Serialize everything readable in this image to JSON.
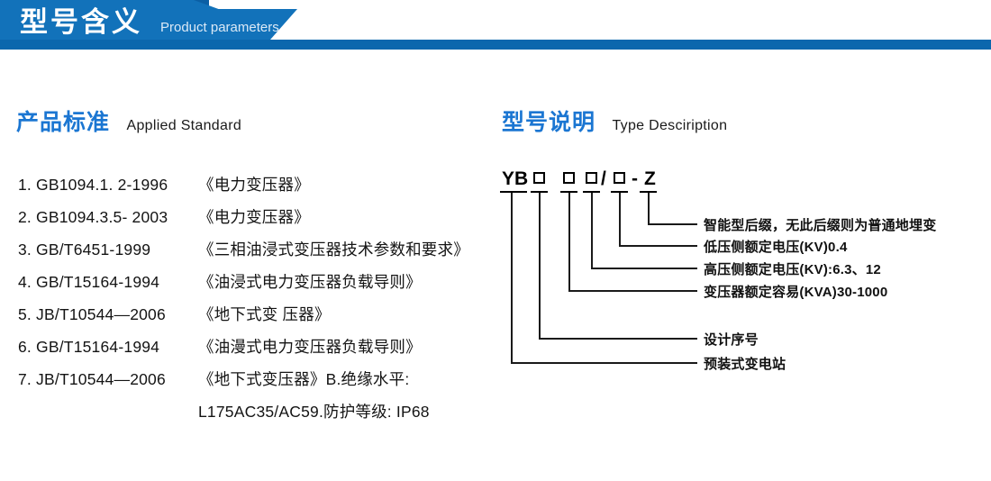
{
  "header": {
    "title_cn": "型号含义",
    "title_en": "Product parameters",
    "band_color": "#0b5fa4",
    "ribbon_color": "#1272ba",
    "bar_color": "#0b67ad"
  },
  "sections": {
    "standard": {
      "title_cn": "产品标准",
      "title_en": "Applied Standard",
      "accent_color": "#1b76d2",
      "items": [
        {
          "code": "1. GB1094.1. 2-1996",
          "name": "《电力变压器》"
        },
        {
          "code": "2. GB1094.3.5- 2003",
          "name": "《电力变压器》"
        },
        {
          "code": "3. GB/T6451-1999",
          "name": "《三相油浸式变压器技术参数和要求》"
        },
        {
          "code": "4. GB/T15164-1994",
          "name": "《油浸式电力变压器负载导则》"
        },
        {
          "code": "5. JB/T10544—2006",
          "name": "《地下式变 压器》"
        },
        {
          "code": "6. GB/T15164-1994",
          "name": "《油漫式电力变压器负载导则》"
        },
        {
          "code": "7. JB/T10544—2006",
          "name": "《地下式变压器》B.绝缘水平:"
        }
      ],
      "continuation": "L175AC35/AC59.防护等级: IP68"
    },
    "type": {
      "title_cn": "型号说明",
      "title_en": "Type Desciription",
      "accent_color": "#1b76d2",
      "code": {
        "prefix": "YB",
        "slash": "/",
        "dash": "-",
        "suffix": "Z",
        "box_glyph": "□"
      },
      "leaders": [
        "智能型后缀，无此后缀则为普通地埋变",
        "低压侧额定电压(KV)0.4",
        "高压侧额定电压(KV):6.3、12",
        "变压器额定容易(KVA)30-1000",
        "设计序号",
        "预装式变电站"
      ]
    }
  }
}
